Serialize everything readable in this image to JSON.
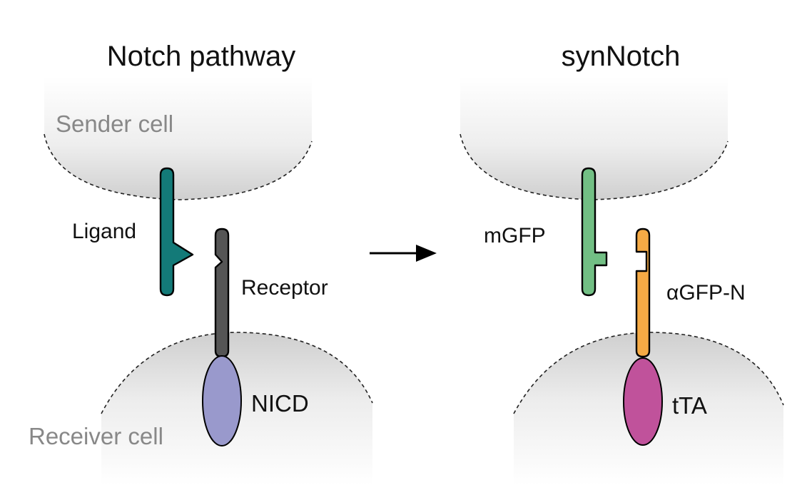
{
  "titles": {
    "left": "Notch pathway",
    "right": "synNotch"
  },
  "cells": {
    "sender": "Sender cell",
    "receiver": "Receiver cell"
  },
  "left_parts": {
    "ligand": "Ligand",
    "receptor": "Receptor",
    "intracellular": "NICD"
  },
  "right_parts": {
    "ligand": "mGFP",
    "receptor": "αGFP-N",
    "intracellular": "tTA"
  },
  "colors": {
    "ligand_left": "#137a78",
    "receptor_left": "#555555",
    "nicd": "#9999cc",
    "mgfp": "#72bf84",
    "agfp_n": "#f5aa45",
    "tta": "#c0529b",
    "cell_label": "#888888",
    "arrow": "#000000"
  }
}
